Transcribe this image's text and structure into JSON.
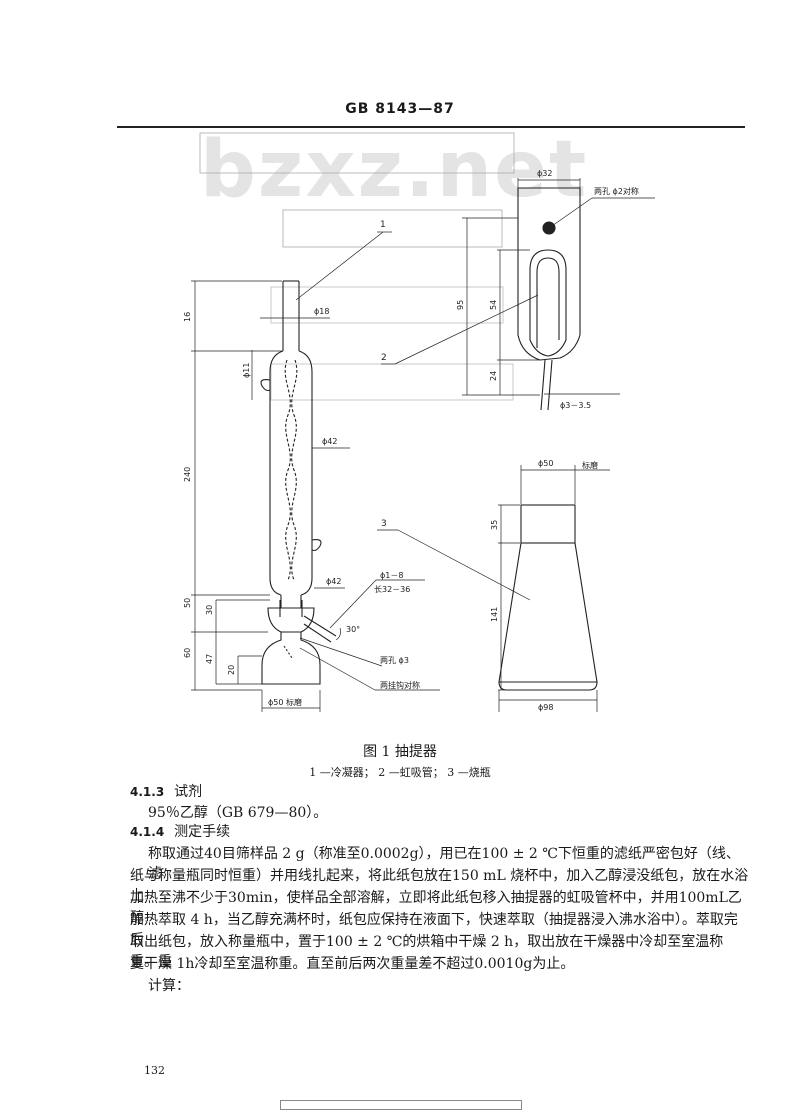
{
  "header": {
    "standard_code": "GB 8143—87"
  },
  "watermark": {
    "text": "bzxz.net"
  },
  "figure": {
    "caption": "图 1   抽提器",
    "legend": "1 —冷凝器；  2 —虹吸管；  3 —烧瓶",
    "callouts": [
      "1",
      "2",
      "3"
    ],
    "dims_condenser": {
      "d18": "ϕ18",
      "d11": "ϕ11",
      "d42_tube": "ϕ42",
      "d42_joint": "ϕ42",
      "h16": "16",
      "h240": "240",
      "h50": "50",
      "h30": "30",
      "h60": "60",
      "h47": "47",
      "h20": "20",
      "side_tube": "ϕ1－8",
      "side_len": "长32－36",
      "angle": "30°",
      "hole": "两孔 ϕ3",
      "hooks": "两挂钩对称",
      "bottom": "ϕ50 标磨"
    },
    "dims_siphon": {
      "d32": "ϕ32",
      "holes": "两孔 ϕ2对称",
      "h95": "95",
      "h54": "54",
      "h24": "24",
      "tip": "ϕ3－3.5"
    },
    "dims_flask": {
      "d50": "ϕ50",
      "ground": "标磨",
      "h35": "35",
      "h141": "141",
      "d98": "ϕ98"
    }
  },
  "sections": {
    "s413_number": "4.1.3",
    "s413_title": "试剂",
    "s413_reagent": "95％乙醇（GB 679—80）。",
    "s414_number": "4.1.4",
    "s414_title": "测定手续",
    "s414_line1": "称取通过40目筛样品 2 g（称准至0.0002g），用已在100 ± 2 ℃下恒重的滤纸严密包好（线、滤",
    "s414_line2": "纸与称量瓶同时恒重）并用线扎起来，将此纸包放在150 mL 烧杯中，加入乙醇浸没纸包，放在水浴上",
    "s414_line3": "加热至沸不少于30min，使样品全部溶解，立即将此纸包移入抽提器的虹吸管杯中，并用100mL乙醇",
    "s414_line4": "加热萃取 4 h，当乙醇充满杯时，纸包应保持在液面下，快速萃取（抽提器浸入沸水浴中）。萃取完后",
    "s414_line5": "取出纸包，放入称量瓶中，置于100 ± 2 ℃的烘箱中干燥 2 h，取出放在干燥器中冷却至室温称重。重",
    "s414_line6": "复干燥 1h冷却至室温称重。直至前后两次重量差不超过0.0010g为止。",
    "calc": "计算："
  },
  "page_number": "132"
}
